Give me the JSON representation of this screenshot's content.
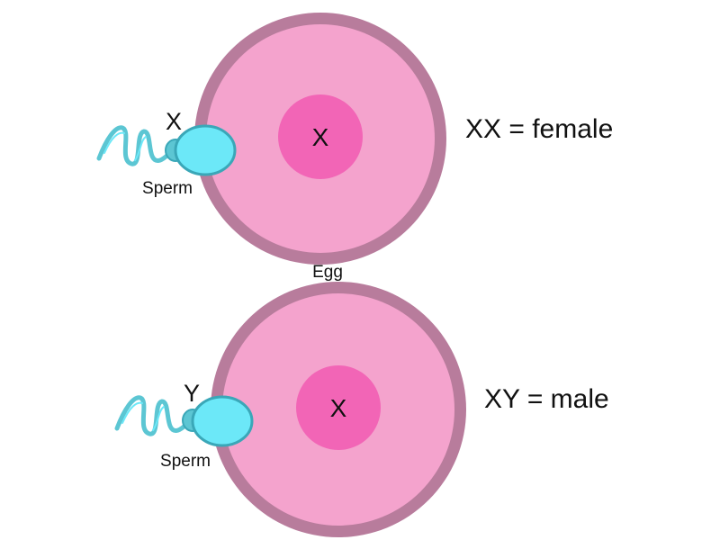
{
  "colors": {
    "egg_membrane": "#b87c9c",
    "egg_cytoplasm": "#f4a3cd",
    "nucleus": "#f265b6",
    "sperm_head": "#6ce8f8",
    "sperm_outline": "#3aa7b8",
    "sperm_tail": "#5cc6d3"
  },
  "egg_label": "Egg",
  "top": {
    "nucleus_label": "X",
    "sperm_chromosome": "X",
    "sperm_label": "Sperm",
    "result": "XX = female"
  },
  "bottom": {
    "nucleus_label": "X",
    "sperm_chromosome": "Y",
    "sperm_label": "Sperm",
    "result": "XY = male"
  }
}
